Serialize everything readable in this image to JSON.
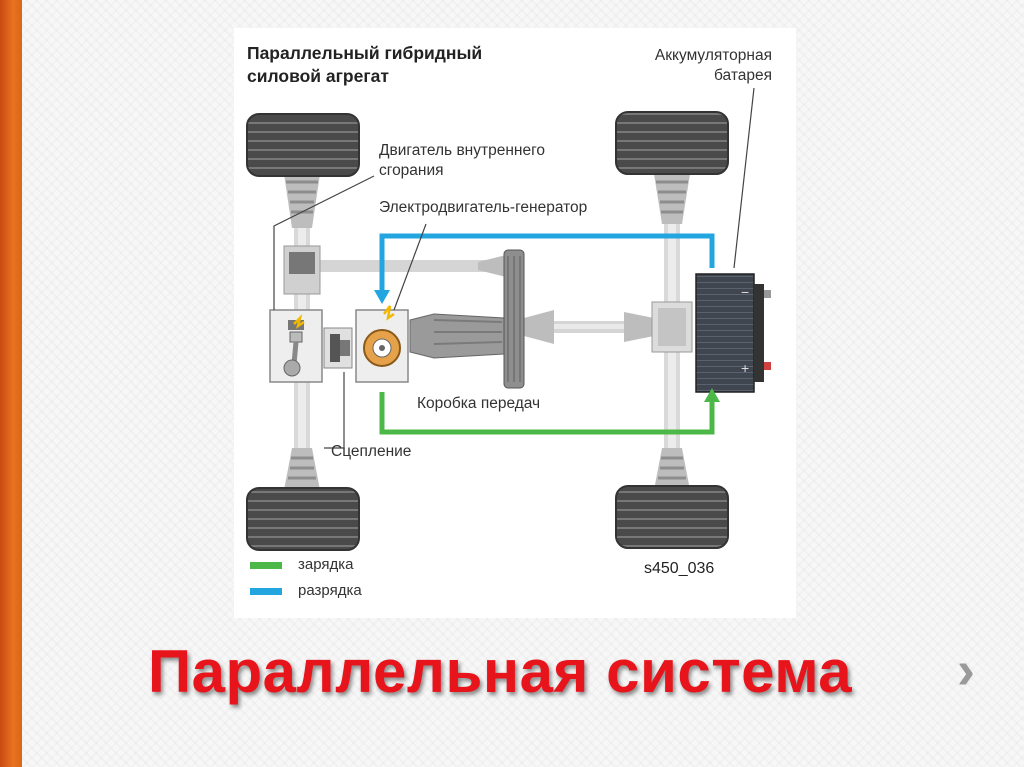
{
  "diagram": {
    "title_line1": "Параллельный гибридный",
    "title_line2": "силовой агрегат",
    "battery_label_line1": "Аккумуляторная",
    "battery_label_line2": "батарея",
    "ice_label_line1": "Двигатель внутреннего",
    "ice_label_line2": "сгорания",
    "motor_label": "Электродвигатель-генератор",
    "gearbox_label": "Коробка передач",
    "clutch_label": "Сцепление",
    "code": "s450_036",
    "battery_minus": "−",
    "battery_plus": "+",
    "legend": [
      {
        "label": "зарядка",
        "color": "#4cb848"
      },
      {
        "label": "разрядка",
        "color": "#23a6e0"
      }
    ]
  },
  "slide": {
    "title": "Параллельная система",
    "next_icon": "›"
  },
  "colors": {
    "charge": "#4cb848",
    "discharge": "#23a6e0",
    "title": "#e8141c",
    "accent_bar": "#e8731f"
  }
}
